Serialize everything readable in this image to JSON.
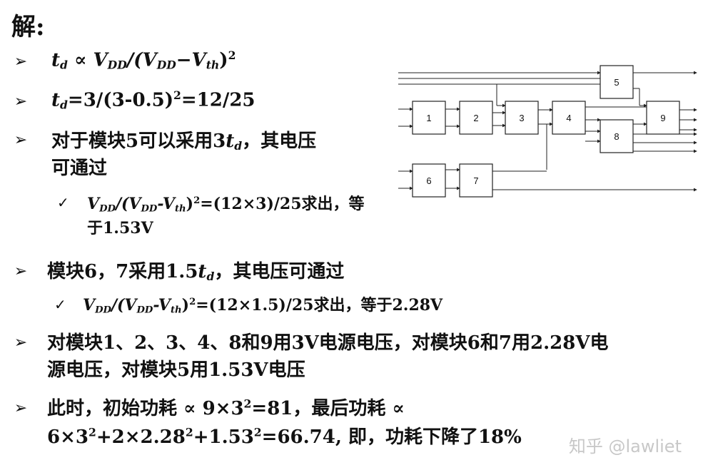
{
  "title": "解:",
  "bullet_symbol": "➢",
  "check_symbol": "✓",
  "b1": {
    "t": "t",
    "d": "d",
    "prop": " ∝ V",
    "dd1": "DD",
    "mid": "/(V",
    "dd2": "DD",
    "minus": "−V",
    "th": "th",
    "close": ")",
    "sq": "2"
  },
  "b2": {
    "t": "t",
    "d": "d",
    "eq": "=3/(3-0.5)",
    "sq": "2",
    "rest": "=12/25"
  },
  "b3": {
    "pre": "对于模块5可以采用3",
    "t": "t",
    "d": "d",
    "post": "，其电压",
    "line2": "可通过"
  },
  "s1": {
    "v": "V",
    "dd": "DD",
    "mid": "/(V",
    "dd2": "DD",
    "minus": "-V",
    "th": "th",
    "close": ")",
    "sq": "2",
    "rest": "=(12×3)/25求出，等",
    "line2": "于1.53V"
  },
  "b4": {
    "pre": "模块6，7采用1.5",
    "t": "t",
    "d": "d",
    "post": "，其电压可通过"
  },
  "s2": {
    "v": "V",
    "dd": "DD",
    "mid": "/(V",
    "dd2": "DD",
    "minus": "-V",
    "th": "th",
    "close": ")",
    "sq": "2",
    "rest": "=(12×1.5)/25求出，等于2.28V"
  },
  "b5": {
    "line1": "对模块1、2、3、4、8和9用3V电源电压，对模块6和7用2.28V电",
    "line2": "源电压，对模块5用1.53V电压"
  },
  "b6": {
    "line1": "此时，初始功耗 ∝ 9×3",
    "line1_sq": "2",
    "line1_rest": "=81，最后功耗 ∝",
    "l2a": "6×3",
    "l2a_sq": "2",
    "l2b": "+2×2.28",
    "l2b_sq": "2",
    "l2c": "+1.53",
    "l2c_sq": "2",
    "l2d": "=66.74, 即，功耗下降了18%"
  },
  "diagram": {
    "blocks": [
      "1",
      "2",
      "3",
      "4",
      "5",
      "6",
      "7",
      "8",
      "9"
    ]
  },
  "watermark": "知乎 @lawliet"
}
